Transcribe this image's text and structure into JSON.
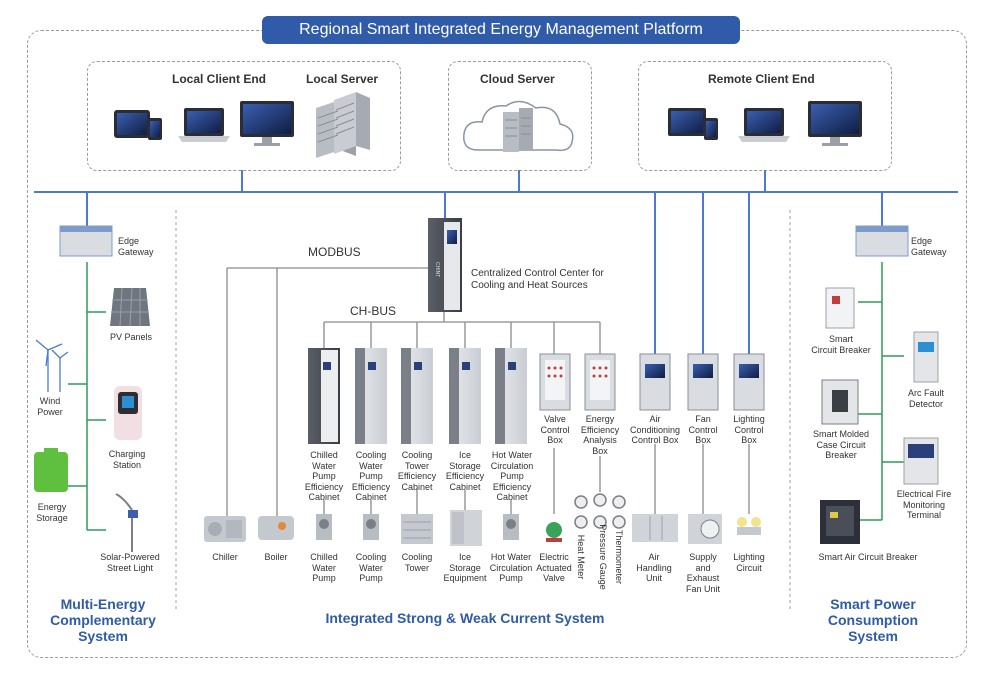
{
  "title": "Regional Smart Integrated Energy Management Platform",
  "top": {
    "local_client": "Local Client End",
    "local_server": "Local Server",
    "cloud_server": "Cloud Server",
    "remote_client": "Remote Client End"
  },
  "bus": {
    "modbus": "MODBUS",
    "chbus": "CH-BUS"
  },
  "control_center": "Centralized Control Center for\nCooling and Heat Sources",
  "left": {
    "edge_gateway": "Edge\nGateway",
    "pv": "PV Panels",
    "wind": "Wind\nPower",
    "charging": "Charging\nStation",
    "storage": "Energy\nStorage",
    "streetlight": "Solar-Powered\nStreet Light",
    "system": "Multi-Energy\nComplementary\nSystem"
  },
  "cabinets": [
    "Chilled\nWater\nPump\nEfficiency\nCabinet",
    "Cooling\nWater\nPump\nEfficiency\nCabinet",
    "Cooling\nTower\nEfficiency\nCabinet",
    "Ice\nStorage\nEfficiency\nCabinet",
    "Hot Water\nCirculation\nPump\nEfficiency\nCabinet"
  ],
  "boxes": {
    "valve": "Valve\nControl\nBox",
    "energy": "Energy\nEfficiency\nAnalysis\nBox",
    "air": "Air\nConditioning\nControl Box",
    "fan": "Fan\nControl\nBox",
    "lighting": "Lighting\nControl\nBox"
  },
  "equipment": {
    "chiller": "Chiller",
    "boiler": "Boiler",
    "chilled_pump": "Chilled\nWater\nPump",
    "cooling_pump": "Cooling\nWater\nPump",
    "cooling_tower": "Cooling\nTower",
    "ice": "Ice\nStorage\nEquipment",
    "hot_pump": "Hot Water\nCirculation\nPump",
    "valve": "Electric\nActuated\nValve",
    "heat_meter": "Heat Meter",
    "pressure": "Pressure Gauge",
    "thermo": "Thermometer",
    "ahu": "Air\nHandling\nUnit",
    "supply_fan": "Supply\nand\nExhaust\nFan Unit",
    "lighting_circuit": "Lighting\nCircuit"
  },
  "middle_system": "Integrated Strong & Weak Current System",
  "right": {
    "edge_gateway": "Edge\nGateway",
    "circuit_breaker": "Smart\nCircuit Breaker",
    "arc": "Arc Fault\nDetector",
    "molded": "Smart Molded\nCase Circuit\nBreaker",
    "fire": "Electrical Fire\nMonitoring\nTerminal",
    "acb": "Smart Air Circuit Breaker",
    "system": "Smart Power\nConsumption\nSystem"
  },
  "colors": {
    "brand": "#2f5ba8",
    "bus": "#4a7bd0",
    "green": "#2e9b5a",
    "gray_line": "#8a8a8a"
  }
}
